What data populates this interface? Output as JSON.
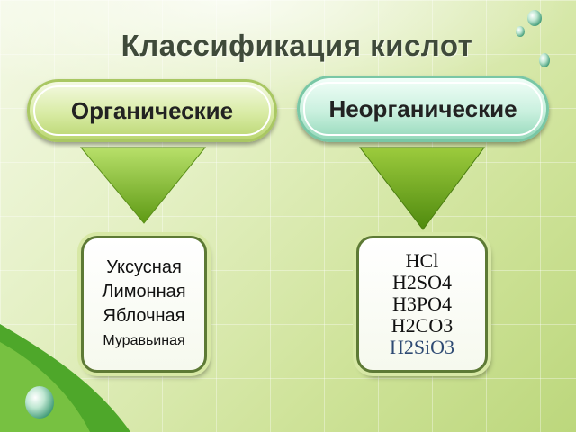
{
  "title": "Классификация кислот",
  "categories": [
    {
      "label": "Органические",
      "items": [
        "Уксусная",
        "Лимонная",
        "Яблочная",
        "Муравьиная"
      ]
    },
    {
      "label": "Неорганические",
      "items": [
        "HCl",
        "H2SO4",
        "H3PO4",
        "H2CO3",
        "H2SiO3"
      ]
    }
  ],
  "colors": {
    "arrow": "#6aa51e",
    "arrow_light": "#b8e06a",
    "title": "#3f4a3a",
    "box_border": "#5d7a35",
    "left_pill": "#d8eba4",
    "right_pill": "#c9f0de"
  }
}
